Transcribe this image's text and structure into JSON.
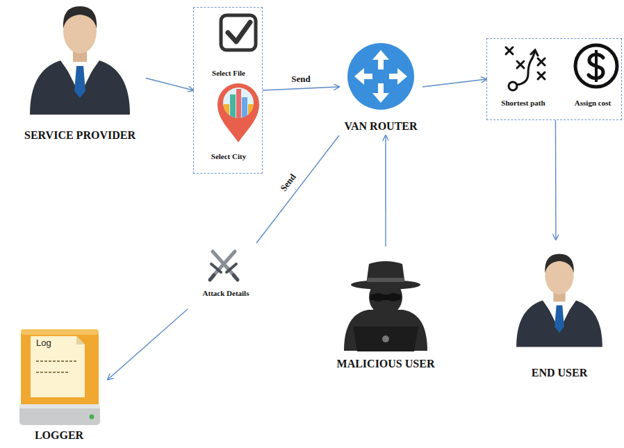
{
  "diagram": {
    "nodes": [
      {
        "text": [
          "SERVICE PROVIDER"
        ]
      },
      {
        "text": [
          "Select File",
          "Select City"
        ]
      },
      {
        "text": [
          "VAN ROUTER"
        ]
      },
      {
        "text": [
          "Shortest path",
          "Assign cost"
        ]
      },
      {
        "text": [
          "Attack Details"
        ]
      },
      {
        "text": [
          "MALICIOUS USER"
        ]
      },
      {
        "text": [
          "END USER"
        ]
      },
      {
        "text": [
          "LOGGER"
        ]
      }
    ],
    "edges": [
      {
        "from": 0,
        "to": 1,
        "arrow": "to"
      },
      {
        "from": 1,
        "to": 2,
        "label": "Send",
        "arrow": "to"
      },
      {
        "from": 2,
        "to": 3,
        "arrow": "to"
      },
      {
        "from": 3,
        "to": 6,
        "arrow": "to"
      },
      {
        "from": 4,
        "to": 2,
        "label": "Send",
        "arrow": "none"
      },
      {
        "from": 4,
        "to": 7,
        "arrow": "to"
      },
      {
        "from": 5,
        "to": 2,
        "arrow": "to"
      }
    ],
    "labels": [
      "Log"
    ]
  }
}
